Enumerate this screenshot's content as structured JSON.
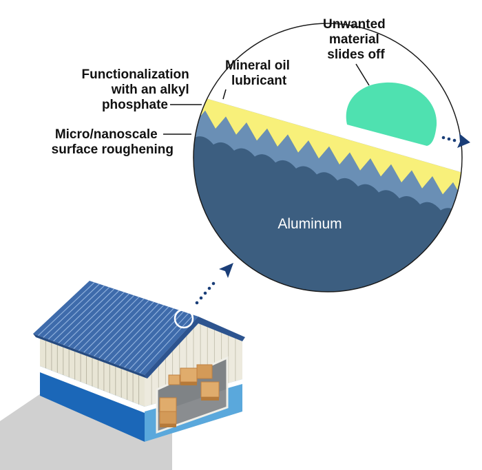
{
  "labels": {
    "unwanted_line1": "Unwanted",
    "unwanted_line2": "material",
    "unwanted_line3": "slides off",
    "oil_line1": "Mineral oil",
    "oil_line2": "lubricant",
    "func_line1": "Functionalization",
    "func_line2": "with an alkyl",
    "func_line3": "phosphate",
    "rough_line1": "Micro/nanoscale",
    "rough_line2": "surface roughening",
    "aluminum": "Aluminum"
  },
  "colors": {
    "aluminum": "#3c5e80",
    "roughening": "#6a8fb5",
    "lubricant": "#f8f07a",
    "droplet": "#4fe1b0",
    "arrow": "#1a3e78",
    "roof": "#3e6bab",
    "wall": "#e8e5d5",
    "base": "#1b67b8",
    "ground": "#cfcfcf",
    "crate": "#e0ac6c"
  },
  "icons": {
    "slide_arrow": "chevron-right-icon",
    "zoom_arrow": "chevron-up-right-icon"
  }
}
